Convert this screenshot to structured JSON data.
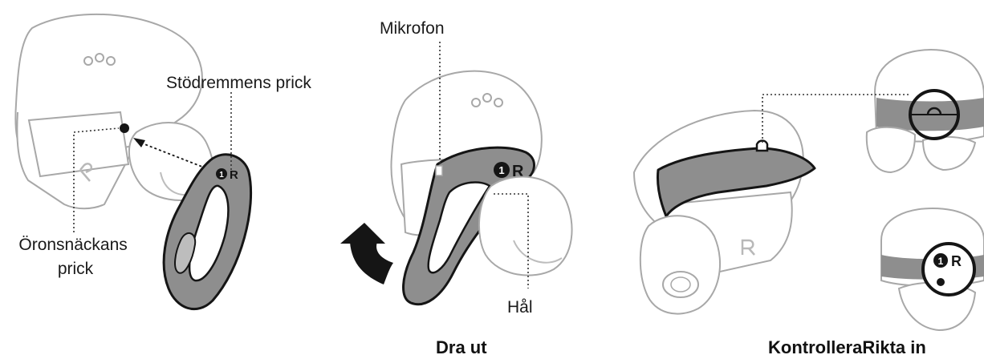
{
  "labels": {
    "band_dot": "Stödremmens prick",
    "ear_dot_line1": "Öronsnäckans",
    "ear_dot_line2": "prick",
    "microphone": "Mikrofon",
    "hole": "Hål",
    "band_marking": "R",
    "earbud_marking": "R"
  },
  "captions": {
    "pull_out": "Dra ut",
    "check_align": "KontrolleraRikta in"
  },
  "colors": {
    "ink": "#151515",
    "band_gray": "#8e8e8e",
    "outline_gray": "#a8a8a8"
  }
}
